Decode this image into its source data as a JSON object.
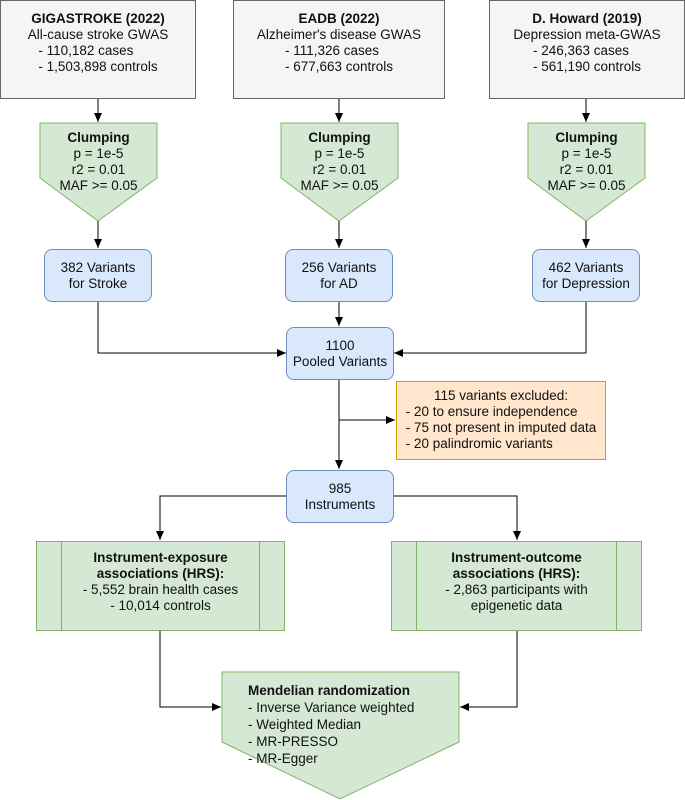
{
  "sources": [
    {
      "title": "GIGASTROKE (2022)",
      "subtitle": "All-cause stroke GWAS",
      "cases": "- 110,182 cases",
      "controls": "- 1,503,898 controls"
    },
    {
      "title": "EADB (2022)",
      "subtitle": "Alzheimer's disease GWAS",
      "cases": "- 111,326 cases",
      "controls": "- 677,663 controls"
    },
    {
      "title": "D. Howard (2019)",
      "subtitle": "Depression meta-GWAS",
      "cases": "- 246,363 cases",
      "controls": "- 561,190 controls"
    }
  ],
  "clumping": {
    "title": "Clumping",
    "p": "p = 1e-5",
    "r2": "r2 = 0.01",
    "maf": "MAF >= 0.05"
  },
  "variant_sets": [
    {
      "line1": "382 Variants",
      "line2": "for Stroke"
    },
    {
      "line1": "256 Variants",
      "line2": "for AD"
    },
    {
      "line1": "462 Variants",
      "line2": "for Depression"
    }
  ],
  "pooled": {
    "line1": "1100",
    "line2": "Pooled Variants"
  },
  "excluded": {
    "title": "115 variants excluded:",
    "items": [
      "- 20 to ensure independence",
      "- 75 not present in imputed data",
      "- 20 palindromic variants"
    ]
  },
  "instruments": {
    "line1": "985",
    "line2": "Instruments"
  },
  "exposure": {
    "title1": "Instrument-exposure",
    "title2": "associations (HRS):",
    "item1": "- 5,552 brain health cases",
    "item2": "- 10,014 controls"
  },
  "outcome": {
    "title1": "Instrument-outcome",
    "title2": "associations (HRS):",
    "item1": "- 2,863 participants with",
    "item2": "epigenetic data"
  },
  "mr": {
    "title": "Mendelian randomization",
    "items": [
      "- Inverse Variance weighted",
      "- Weighted Median",
      "- MR-PRESSO",
      "- MR-Egger"
    ]
  },
  "colors": {
    "source_fill": "#f5f5f5",
    "green_fill": "#d5e8d4",
    "green_stroke": "#82b366",
    "blue_fill": "#dae8fc",
    "blue_stroke": "#6c8ebf",
    "orange_fill": "#ffe6cc",
    "orange_stroke": "#d79b00"
  }
}
